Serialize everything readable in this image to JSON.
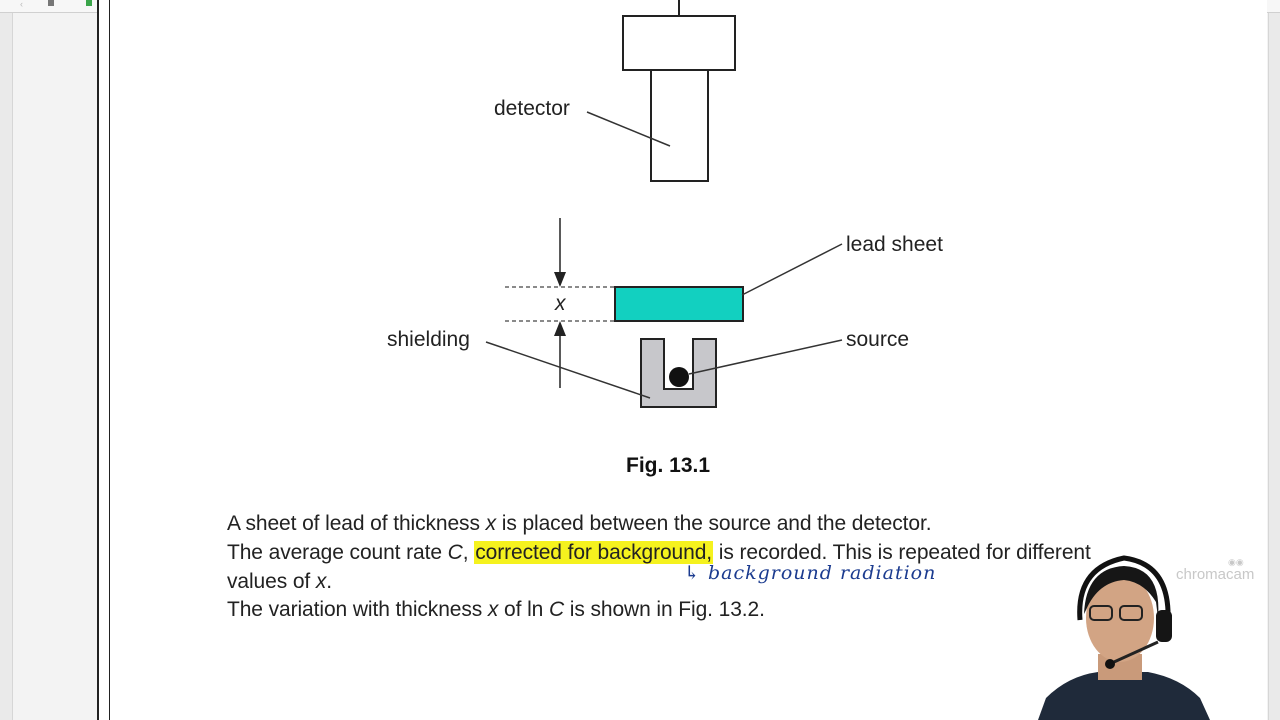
{
  "figure": {
    "labels": {
      "detector": "detector",
      "lead_sheet": "lead sheet",
      "x": "x",
      "shielding": "shielding",
      "source": "source"
    },
    "caption": "Fig. 13.1",
    "lead_color": "#12d0c0",
    "shielding_color": "#c7c7cb"
  },
  "text": {
    "line1": {
      "a": "A sheet of lead of thickness ",
      "x": "x",
      "b": " is placed between the source and the detector."
    },
    "line2": {
      "a": "The average count rate ",
      "c": "C",
      "b": ", ",
      "highlight": "corrected for background,",
      "d": " is recorded. This is repeated for different"
    },
    "line3": {
      "a": "values of ",
      "x": "x",
      "b": "."
    },
    "line4": {
      "a": "The variation with thickness ",
      "x": "x",
      "b": " of ln ",
      "c": "C",
      "d": " is shown in Fig. 13.2."
    }
  },
  "annotation": {
    "arrow": "↳",
    "text": "background radiation",
    "color": "#1b3b8f"
  },
  "webcam": {
    "brand": "chromacam"
  }
}
